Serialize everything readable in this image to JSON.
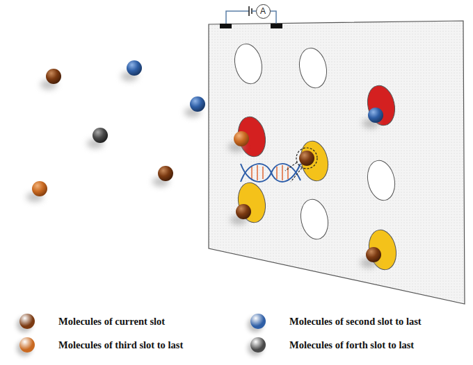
{
  "diagram": {
    "nodes": [
      {
        "text": [
          "A"
        ]
      }
    ],
    "legend": [
      {
        "text": "Molecules of current slot",
        "color": "#7b3a12"
      },
      {
        "text": "Molecules of second slot to last",
        "color": "#2f5fa6"
      },
      {
        "text": "Molecules of third slot to last",
        "color": "#c96a22"
      },
      {
        "text": "Molecules of forth slot to last",
        "color": "#4a4a4a"
      }
    ]
  }
}
